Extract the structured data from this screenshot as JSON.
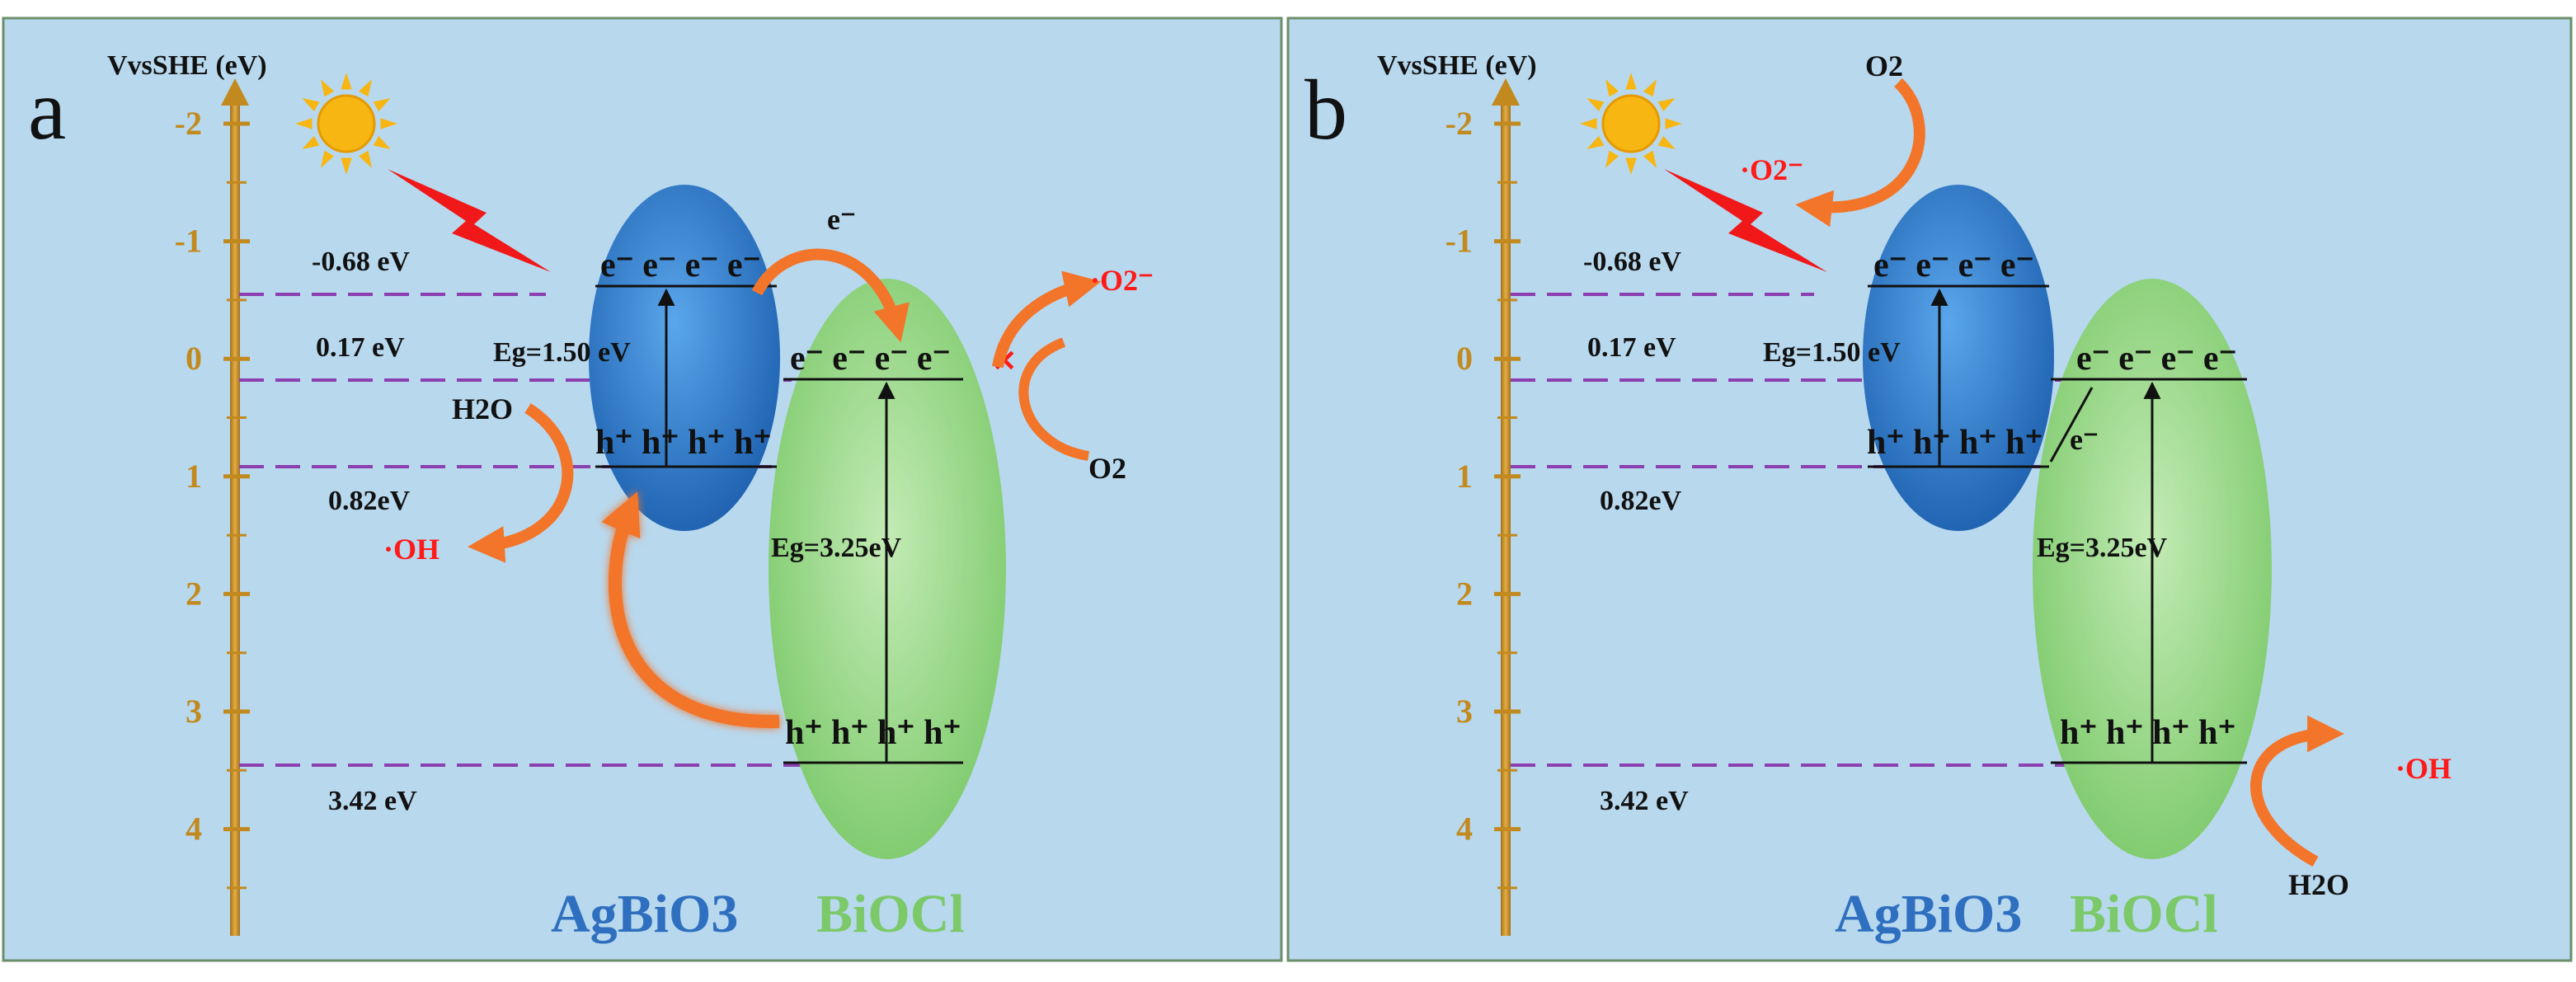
{
  "axis": {
    "title": "VvsSHE (eV)",
    "ticks": [
      "-2",
      "-1",
      "0",
      "1",
      "2",
      "3",
      "4"
    ]
  },
  "panels": [
    {
      "letter": "a",
      "levels": [
        "-0.68 eV",
        "0.17 eV",
        "0.82eV",
        "3.42 eV"
      ],
      "cb_electrons_ag": "e⁻ e⁻ e⁻ e⁻",
      "vb_holes_ag": "h⁺ h⁺ h⁺ h⁺",
      "cb_electrons_bi": "e⁻ e⁻ e⁻ e⁻",
      "vb_holes_bi": "h⁺ h⁺ h⁺ h⁺",
      "eg_ag": "Eg=1.50 eV",
      "eg_bi": "Eg=3.25eV",
      "species": {
        "electron": "e⁻",
        "h2o": "H2O",
        "oh": "·OH",
        "o2": "O2",
        "superoxide": "·O2⁻",
        "blocked_mark": "✕"
      },
      "materials": {
        "ag": "AgBiO3",
        "bi": "BiOCl"
      }
    },
    {
      "letter": "b",
      "levels": [
        "-0.68 eV",
        "0.17 eV",
        "0.82eV",
        "3.42 eV"
      ],
      "cb_electrons_ag": "e⁻ e⁻ e⁻ e⁻",
      "vb_holes_ag": "h⁺ h⁺ h⁺ h⁺",
      "cb_electrons_bi": "e⁻ e⁻ e⁻ e⁻",
      "vb_holes_bi": "h⁺ h⁺ h⁺ h⁺",
      "eg_ag": "Eg=1.50 eV",
      "eg_bi": "Eg=3.25eV",
      "species": {
        "electron": "e⁻",
        "h2o": "H2O",
        "oh": "·OH",
        "o2": "O2",
        "superoxide": "·O2⁻"
      },
      "materials": {
        "ag": "AgBiO3",
        "bi": "BiOCl"
      }
    }
  ],
  "colors": {
    "background": "#b8d8ee",
    "axis": "#c28a1e",
    "dash": "#8b3fb0",
    "agbio3": "#2a78c8",
    "biocl": "#8fd27e",
    "arrow": "#f2752a",
    "bolt": "#f01818",
    "sun": "#f7b612"
  }
}
